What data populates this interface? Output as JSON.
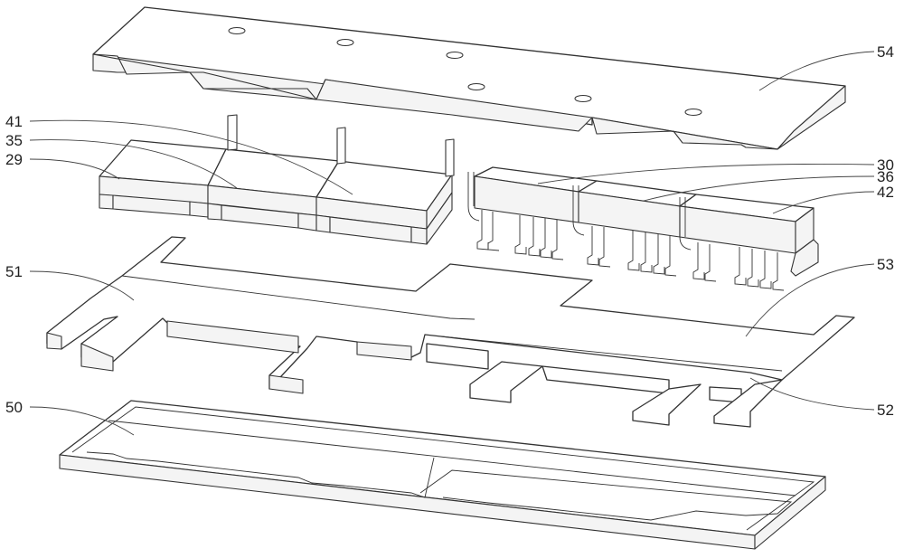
{
  "callouts": {
    "c54": "54",
    "c41": "41",
    "c35": "35",
    "c29": "29",
    "c30": "30",
    "c36": "36",
    "c42": "42",
    "c51": "51",
    "c53": "53",
    "c52": "52",
    "c50": "50"
  },
  "colors": {
    "line": "#333333",
    "background": "#ffffff"
  }
}
